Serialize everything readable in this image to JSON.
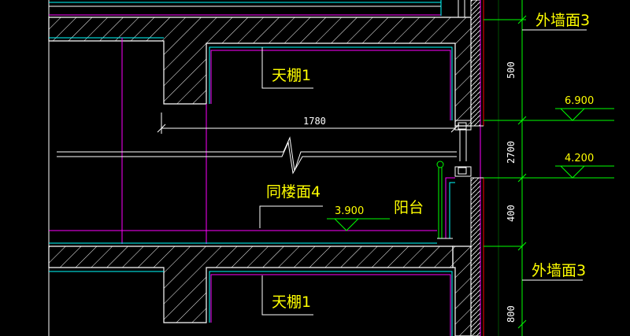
{
  "labels": {
    "exterior_wall_top": "外墙面3",
    "exterior_wall_bottom": "外墙面3",
    "ceiling_top": "天棚1",
    "ceiling_bottom": "天棚1",
    "same_floor": "同楼面4",
    "balcony": "阳台"
  },
  "dimensions": {
    "horizontal": "1780",
    "v_500": "500",
    "v_2700": "2700",
    "v_400": "400",
    "v_800": "800"
  },
  "elevations": {
    "e1": "6.900",
    "e2": "4.200",
    "e3": "3.900"
  },
  "colors": {
    "background": "#000000",
    "wall": "#ffffff",
    "cyan": "#00ffff",
    "magenta": "#ff00ff",
    "green": "#00ff00",
    "yellow": "#ffff00",
    "red": "#ff0000"
  }
}
